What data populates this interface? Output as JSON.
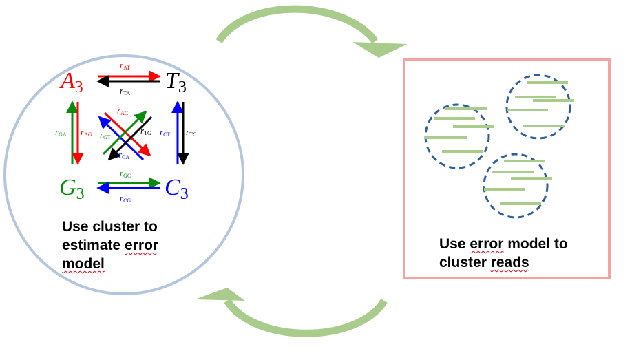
{
  "left_panel": {
    "nodes": {
      "A": {
        "letter": "A",
        "sub": "3",
        "color": "#ff0000"
      },
      "T": {
        "letter": "T",
        "sub": "3",
        "color": "#000000"
      },
      "G": {
        "letter": "G",
        "sub": "3",
        "color": "#0a8a0a"
      },
      "C": {
        "letter": "C",
        "sub": "3",
        "color": "#0000ff"
      }
    },
    "rates": {
      "AT": {
        "r": "r",
        "sub": "AT"
      },
      "TA": {
        "r": "r",
        "sub": "TA"
      },
      "GA": {
        "r": "r",
        "sub": "GA"
      },
      "AG": {
        "r": "r",
        "sub": "AG"
      },
      "AC": {
        "r": "r",
        "sub": "AC"
      },
      "GT": {
        "r": "r",
        "sub": "GT"
      },
      "TG": {
        "r": "r",
        "sub": "TG"
      },
      "CA": {
        "r": "r",
        "sub": "CA"
      },
      "CT": {
        "r": "r",
        "sub": "CT"
      },
      "TC": {
        "r": "r",
        "sub": "TC"
      },
      "GC": {
        "r": "r",
        "sub": "GC"
      },
      "CG": {
        "r": "r",
        "sub": "CG"
      }
    },
    "caption": {
      "line1": "Use cluster to",
      "line2": "estimate ",
      "line2_squiggle": "error",
      "line3_squiggle": "model"
    }
  },
  "right_panel": {
    "caption": {
      "line1_pre": "Use ",
      "line1_squiggle": "error",
      "line1_post": " model to",
      "line2_pre": "cluster ",
      "line2_squiggle": "reads"
    }
  },
  "colors": {
    "circle_border": "#b4c6dd",
    "box_border": "#f4a3a3",
    "cycle_arrow": "#a9cc8d",
    "cluster_dash": "#2f5f9a",
    "read_line": "#a9cc8d"
  }
}
